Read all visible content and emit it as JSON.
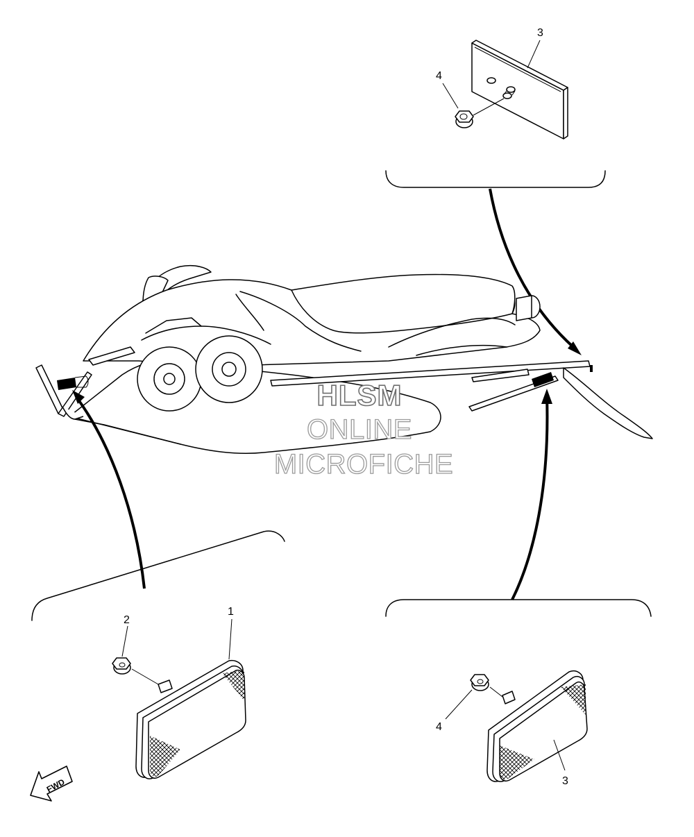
{
  "diagram": {
    "callouts": {
      "top_reflector": "3",
      "top_nut": "4",
      "front_reflector": "1",
      "front_nut": "2",
      "rear_reflector": "3",
      "rear_nut": "4"
    },
    "watermark": {
      "line1": "HLSM",
      "line2": "ONLINE",
      "line3": "MICROFICHE"
    },
    "direction_badge": "FWD"
  }
}
